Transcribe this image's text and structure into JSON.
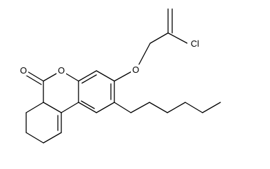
{
  "molecule": {
    "atoms": {
      "carbonyl_oxygen": "O",
      "ring_oxygen": "O",
      "ether_oxygen": "O",
      "chlorine": "Cl"
    }
  }
}
